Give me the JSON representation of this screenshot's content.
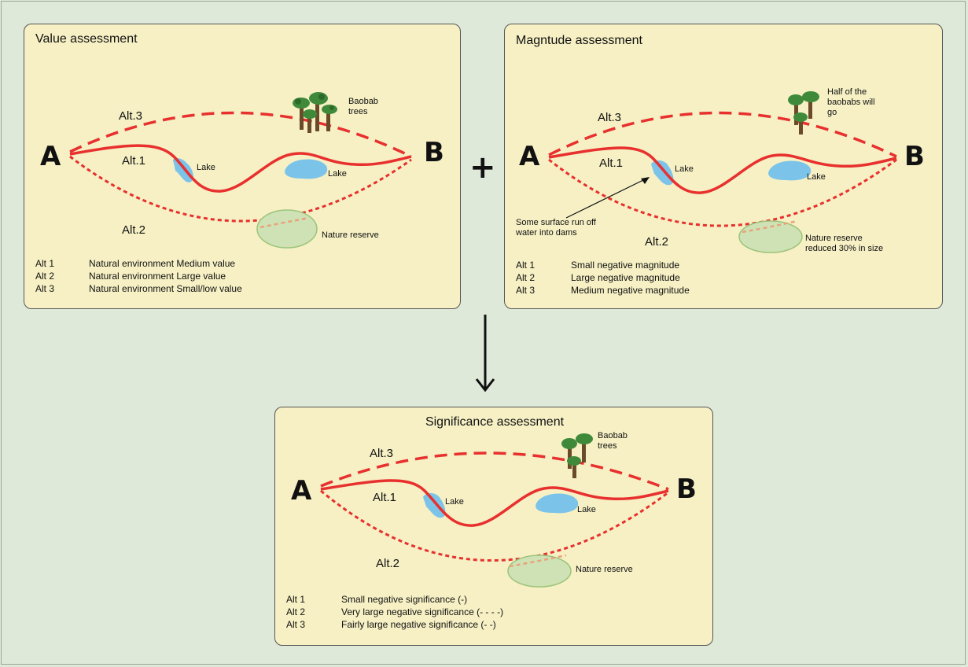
{
  "colors": {
    "background": "#dfe9d9",
    "panel_fill": "#f6f0c4",
    "route_red": "#e8302e",
    "lake_blue": "#7cc3ea",
    "reserve_green": "#cfe2b6"
  },
  "operators": {
    "plus": "+",
    "arrow": "down-arrow-icon"
  },
  "panels": {
    "value": {
      "title": "Value assessment",
      "point_a": "A",
      "point_b": "B",
      "alt1": "Alt.1",
      "alt2": "Alt.2",
      "alt3": "Alt.3",
      "baobab": [
        "Baobab",
        "trees"
      ],
      "lake1": "Lake",
      "lake2": "Lake",
      "reserve": "Nature reserve",
      "legend": [
        {
          "key": "Alt 1",
          "text": "Natural environment  Medium  value"
        },
        {
          "key": "Alt 2",
          "text": "Natural environment  Large value"
        },
        {
          "key": "Alt 3",
          "text": "Natural environment  Small/low value"
        }
      ]
    },
    "magnitude": {
      "title": "Magntude assessment",
      "point_a": "A",
      "point_b": "B",
      "alt1": "Alt.1",
      "alt2": "Alt.2",
      "alt3": "Alt.3",
      "baobab": [
        "Half of the",
        "baobabs will",
        "go"
      ],
      "lake1": "Lake",
      "lake2": "Lake",
      "reserve": [
        "Nature reserve",
        "reduced 30% in size"
      ],
      "runoff": [
        "Some surface run off",
        "water into dams"
      ],
      "legend": [
        {
          "key": "Alt 1",
          "text": "Small negative magnitude"
        },
        {
          "key": "Alt 2",
          "text": "Large negative magnitude"
        },
        {
          "key": "Alt 3",
          "text": "Medium negative magnitude"
        }
      ]
    },
    "significance": {
      "title": "Significance assessment",
      "point_a": "A",
      "point_b": "B",
      "alt1": "Alt.1",
      "alt2": "Alt.2",
      "alt3": "Alt.3",
      "baobab": [
        "Baobab",
        "trees"
      ],
      "lake1": "Lake",
      "lake2": "Lake",
      "reserve": "Nature reserve",
      "legend": [
        {
          "key": "Alt 1",
          "text": "Small negative significance (-)"
        },
        {
          "key": "Alt 2",
          "text": "Very large negative significance (- - - -)"
        },
        {
          "key": "Alt 3",
          "text": "Fairly large negative significance (- -)"
        }
      ]
    }
  }
}
